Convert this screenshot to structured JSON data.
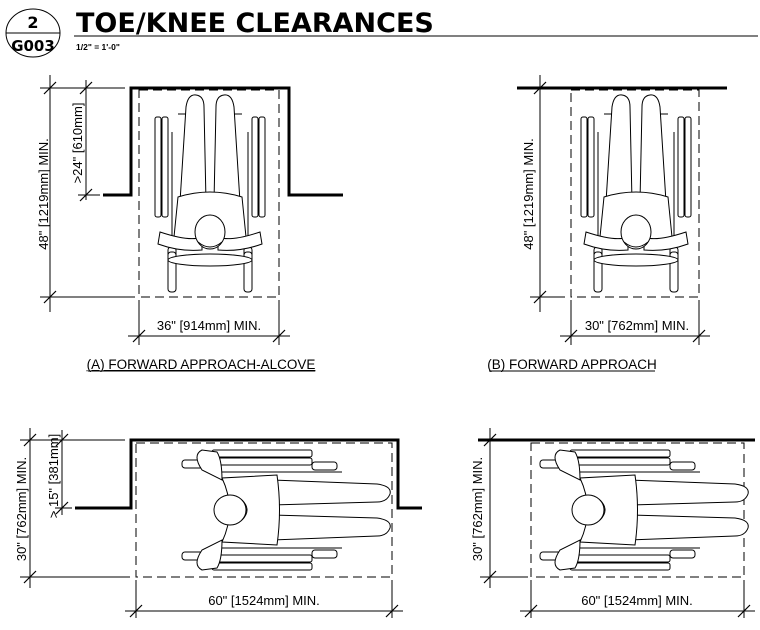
{
  "header": {
    "detail_number": "2",
    "sheet_number": "G003",
    "title": "TOE/KNEE CLEARANCES",
    "scale": "1/2\" = 1'-0\""
  },
  "panels": [
    {
      "id": "A",
      "caption": "(A) FORWARD APPROACH-ALCOVE",
      "height_dim": "48\" [1219mm] MIN.",
      "depth_dim": ">24\" [610mm]",
      "width_dim": "36\" [914mm] MIN."
    },
    {
      "id": "B",
      "caption": "(B) FORWARD APPROACH",
      "height_dim": "48\" [1219mm] MIN.",
      "width_dim": "30\" [762mm] MIN."
    },
    {
      "id": "C",
      "height_dim": "30\" [762mm] MIN.",
      "depth_dim": "> 15\" [381mm]",
      "width_dim": "60\" [1524mm] MIN."
    },
    {
      "id": "D",
      "height_dim": "30\" [762mm] MIN.",
      "width_dim": "60\" [1524mm] MIN."
    }
  ]
}
